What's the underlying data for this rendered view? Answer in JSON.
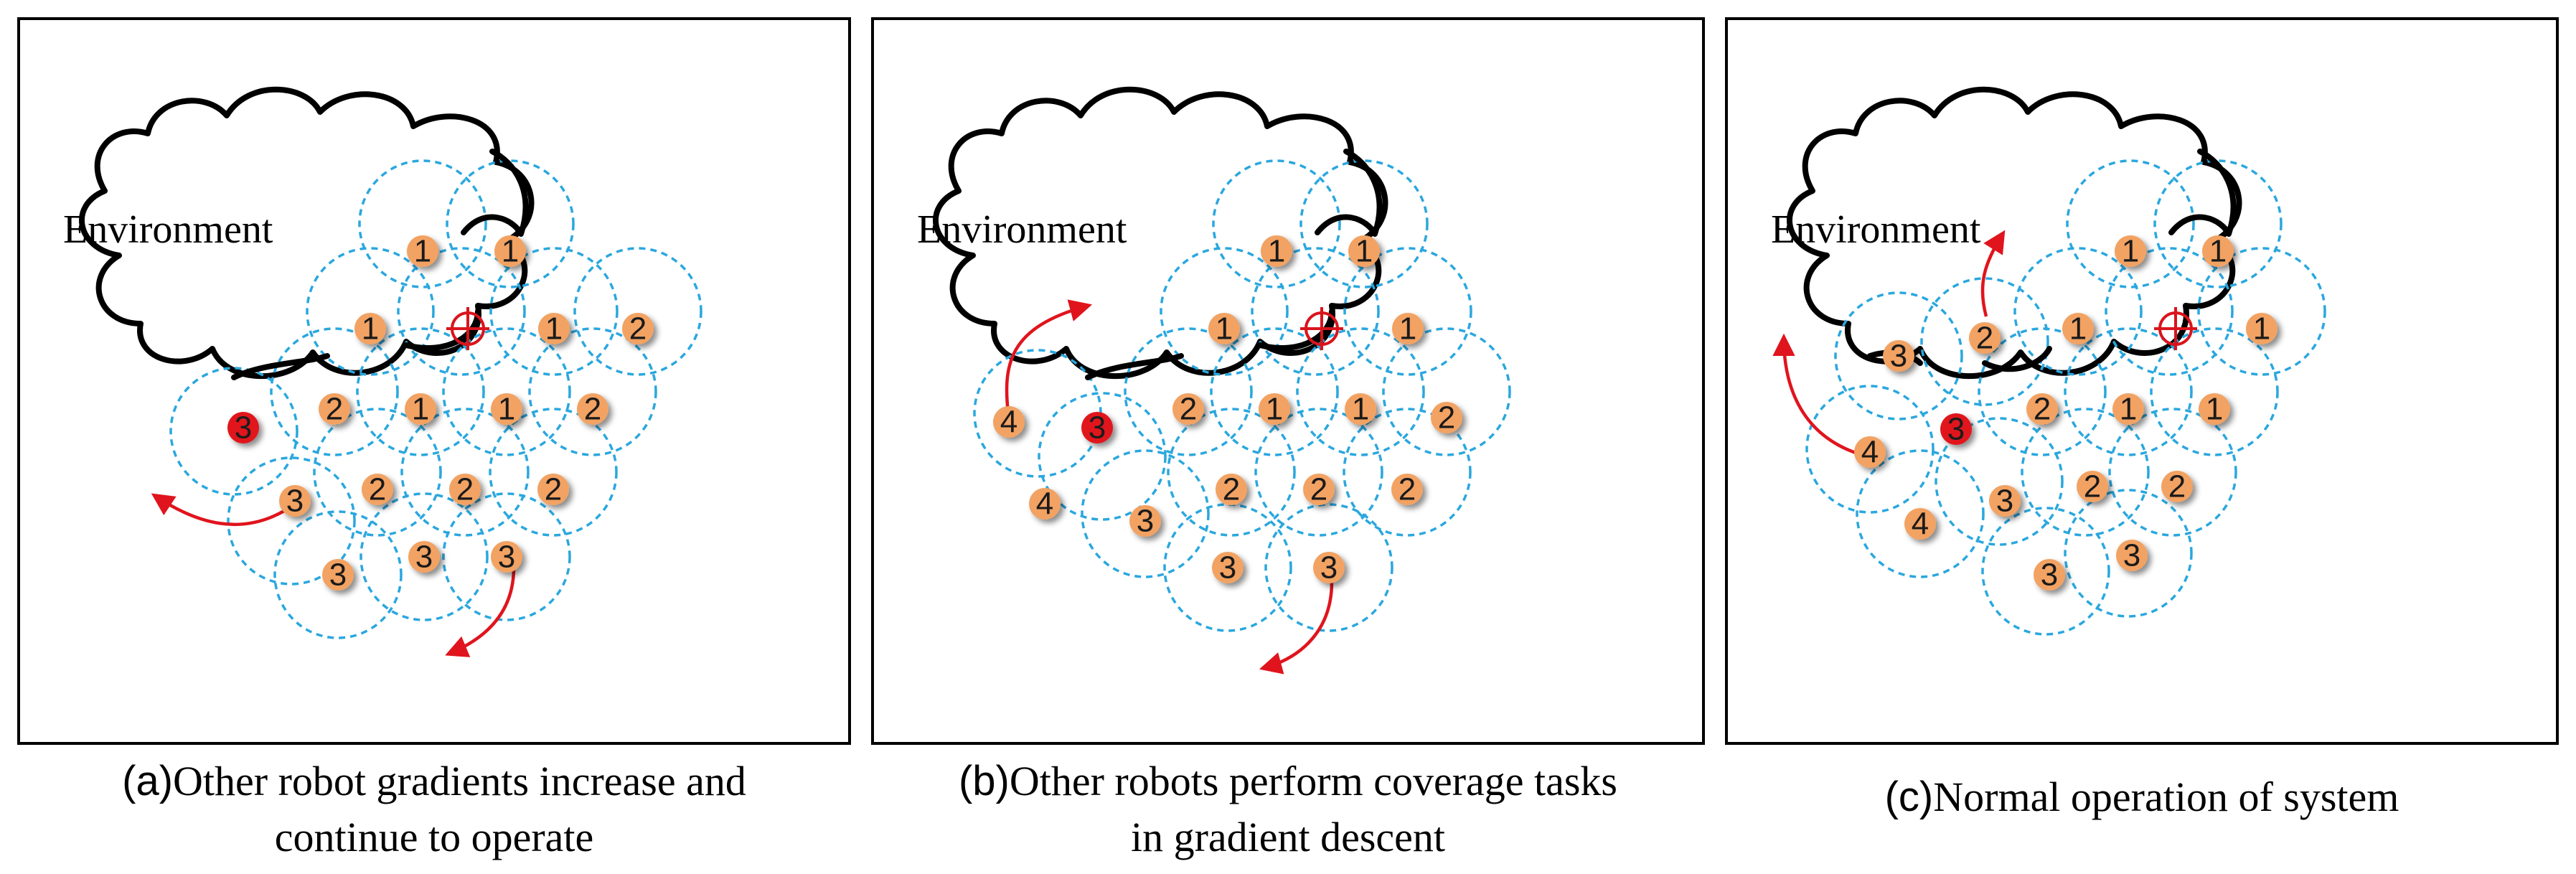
{
  "panels": [
    {
      "id": "a",
      "environment_label": "Environment",
      "caption_prefix": "(a)",
      "caption_lines": [
        "Other robot gradients increase and",
        "continue to operate"
      ],
      "failed_robot": {
        "label": "3"
      },
      "robots": [
        "1",
        "1",
        "1",
        "1",
        "2",
        "2",
        "1",
        "1",
        "2",
        "3",
        "2",
        "2",
        "2",
        "3",
        "3",
        "3"
      ]
    },
    {
      "id": "b",
      "environment_label": "Environment",
      "caption_prefix": "(b)",
      "caption_lines": [
        "Other robots perform coverage tasks",
        "in gradient descent"
      ],
      "failed_robot": {
        "label": "3"
      },
      "robots": [
        "1",
        "1",
        "1",
        "1",
        "4",
        "2",
        "1",
        "1",
        "2",
        "4",
        "3",
        "2",
        "2",
        "2",
        "3",
        "3"
      ]
    },
    {
      "id": "c",
      "environment_label": "Environment",
      "caption_prefix": "(c)",
      "caption_lines": [
        "Normal operation of system"
      ],
      "failed_robot": {
        "label": "3"
      },
      "robots": [
        "1",
        "1",
        "3",
        "2",
        "1",
        "1",
        "4",
        "2",
        "1",
        "1",
        "4",
        "3",
        "2",
        "2",
        "3",
        "3"
      ]
    }
  ],
  "colors": {
    "robot_fill": "#f2a262",
    "failed_robot_fill": "#e0141d",
    "sensing_range": "#2aa7de",
    "arrow": "#e0141d",
    "frame": "#000000"
  }
}
